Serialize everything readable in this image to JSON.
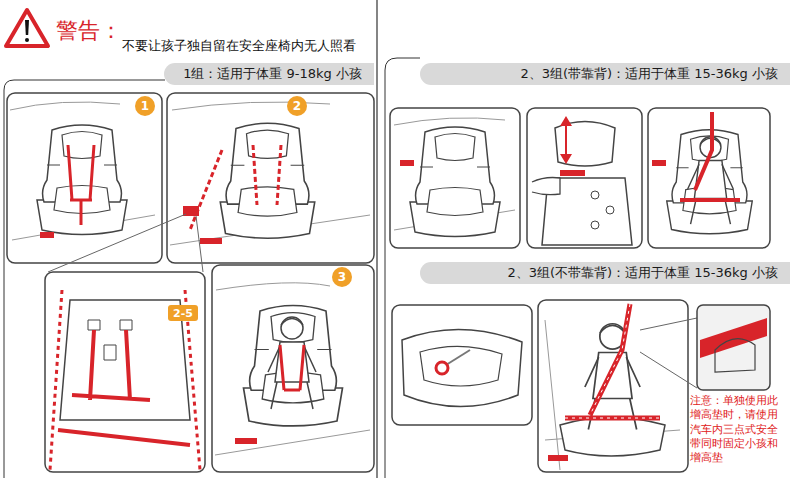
{
  "diagram": {
    "title": "警告：",
    "nodes": [
      {
        "text": [
          "1组：适用于体重 9-18kg 小孩"
        ]
      },
      {
        "text": [
          "1"
        ]
      },
      {
        "text": [
          "2"
        ]
      },
      {
        "text": [
          "2-5"
        ]
      },
      {
        "text": [
          "3"
        ]
      },
      {
        "text": [
          "2、3组(带靠背)：适用于体重 15-36kg 小孩"
        ]
      },
      {
        "text": [
          "2、3组(不带靠背)：适用于体重 15-36kg 小孩"
        ]
      }
    ],
    "labels": [
      "不要让孩子独自留在安全座椅内无人照看",
      "注意：单独使用此增高垫时，请使用汽车内三点式安全带同时固定小孩和增高垫"
    ]
  }
}
